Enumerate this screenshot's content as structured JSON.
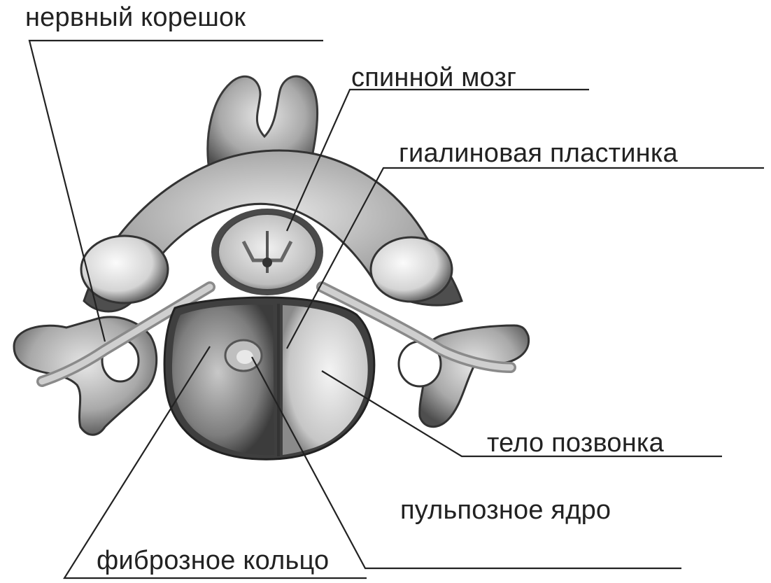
{
  "diagram": {
    "labels": {
      "nerve_root": "нервный корешок",
      "spinal_cord": "спинной мозг",
      "hyaline_plate": "гиалиновая пластинка",
      "vertebral_body": "тело позвонка",
      "nucleus_pulposus": "пульпозное ядро",
      "annulus_fibrosus": "фиброзное кольцо"
    },
    "colors": {
      "background": "#ffffff",
      "ink": "#222222",
      "bone_light": "#dcdcdc",
      "bone_mid": "#a8a8a8",
      "bone_dark": "#5a5a5a"
    }
  }
}
